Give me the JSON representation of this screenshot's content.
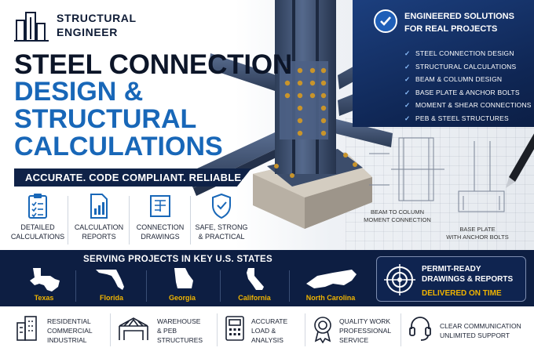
{
  "brand": {
    "name_line1": "STRUCTURAL",
    "name_line2": "ENGINEER"
  },
  "headline": {
    "line1": "STEEL CONNECTION",
    "line2": "DESIGN &",
    "line3": "STRUCTURAL",
    "line4": "CALCULATIONS"
  },
  "tagline": "ACCURATE. CODE COMPLIANT. RELIABLE.",
  "features": [
    {
      "icon": "clipboard-checklist-icon",
      "line1": "DETAILED",
      "line2": "CALCULATIONS"
    },
    {
      "icon": "report-chart-icon",
      "line1": "CALCULATION",
      "line2": "REPORTS"
    },
    {
      "icon": "drawing-sheet-icon",
      "line1": "CONNECTION",
      "line2": "DRAWINGS"
    },
    {
      "icon": "shield-check-icon",
      "line1": "SAFE, STRONG",
      "line2": "& PRACTICAL"
    }
  ],
  "panel": {
    "title_line1": "ENGINEERED SOLUTIONS",
    "title_line2": "FOR REAL PROJECTS",
    "check_glyph": "✓",
    "items": [
      "STEEL CONNECTION DESIGN",
      "STRUCTURAL CALCULATIONS",
      "BEAM & COLUMN DESIGN",
      "BASE PLATE & ANCHOR BOLTS",
      "MOMENT & SHEAR CONNECTIONS",
      "PEB & STEEL STRUCTURES"
    ]
  },
  "captions": {
    "moment_line1": "BEAM TO COLUMN",
    "moment_line2": "MOMENT CONNECTION",
    "base_line1": "BASE PLATE",
    "base_line2": "WITH ANCHOR BOLTS"
  },
  "states_section": {
    "title": "SERVING PROJECTS IN KEY U.S. STATES",
    "states": [
      "Texas",
      "Florida",
      "Georgia",
      "California",
      "North Carolina"
    ]
  },
  "permit": {
    "line1": "PERMIT-READY",
    "line2": "DRAWINGS & REPORTS",
    "line3": "DELIVERED ON TIME"
  },
  "bottom_items": [
    {
      "icon": "buildings-icon",
      "lines": [
        "RESIDENTIAL",
        "COMMERCIAL",
        "INDUSTRIAL"
      ]
    },
    {
      "icon": "warehouse-truss-icon",
      "lines": [
        "WAREHOUSE",
        "& PEB",
        "STRUCTURES"
      ]
    },
    {
      "icon": "calculator-icon",
      "lines": [
        "ACCURATE",
        "LOAD &",
        "ANALYSIS"
      ]
    },
    {
      "icon": "award-badge-icon",
      "lines": [
        "QUALITY WORK",
        "PROFESSIONAL",
        "SERVICE"
      ]
    },
    {
      "icon": "headset-icon",
      "lines": [
        "CLEAR COMMUNICATION",
        "UNLIMITED SUPPORT"
      ]
    }
  ],
  "colors": {
    "navy": "#0d1e42",
    "blue_accent": "#1867b8",
    "gold": "#f0b400",
    "steel": "#3f5273"
  }
}
